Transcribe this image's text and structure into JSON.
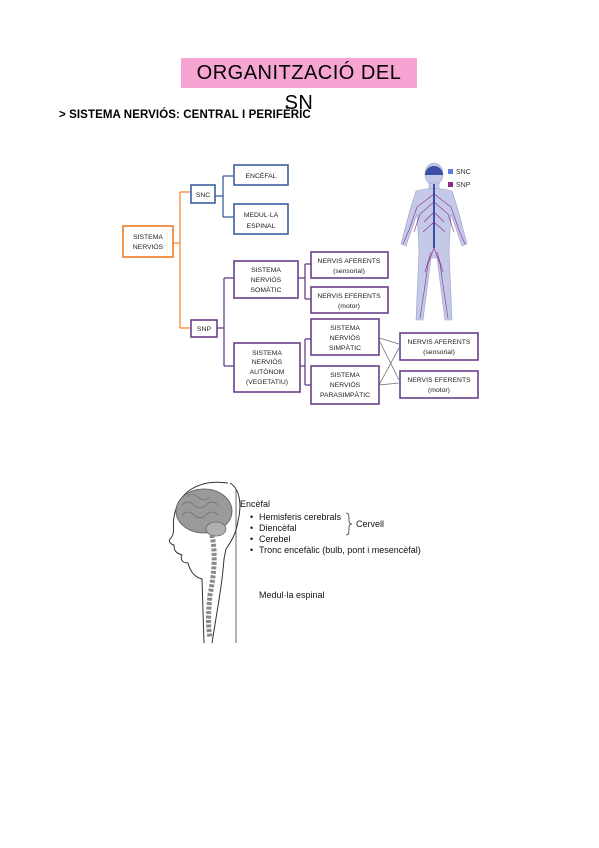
{
  "page": {
    "title": "ORGANITZACIÓ DEL SN",
    "section_heading": "> SISTEMA NERVIÓS: CENTRAL I PERIFÈRIC"
  },
  "diagram1": {
    "root": [
      "SISTEMA",
      "NERVIÓS"
    ],
    "snc": "SNC",
    "encefal": "ENCÈFAL",
    "medulla": [
      "MEDUL·LA",
      "ESPINAL"
    ],
    "snp": "SNP",
    "somatic": [
      "SISTEMA",
      "NERVIÓS",
      "SOMÀTIC"
    ],
    "autonom": [
      "SISTEMA",
      "NERVIÓS",
      "AUTÒNOM",
      "(VEGETATIU)"
    ],
    "aferents1": [
      "NERVIS AFERENTS",
      "(sensorial)"
    ],
    "eferents1": [
      "NERVIS EFERENTS",
      "(motor)"
    ],
    "simpatic": [
      "SISTEMA",
      "NERVIÓS",
      "SIMPÀTIC"
    ],
    "parasimpatic": [
      "SISTEMA",
      "NERVIÓS",
      "PARASIMPÀTIC"
    ],
    "aferents2": [
      "NERVIS AFERENTS",
      "(sensorial)"
    ],
    "eferents2": [
      "NERVIS EFERENTS",
      "(motor)"
    ],
    "legend_snc": "SNC",
    "legend_snp": "SNP",
    "colors": {
      "orange": "#f08a3c",
      "blue": "#3a5f9e",
      "purple": "#6b3f8c",
      "snc_blue": "#5b7fd6",
      "snp_purple": "#8a2a8a"
    }
  },
  "diagram2": {
    "encefal": "Encèfal",
    "items": [
      "Hemisferis cerebrals",
      "Diencèfal",
      "Cerebel",
      "Tronc encefàlic (bulb, pont i mesencèfal)"
    ],
    "cervell": "Cervell",
    "medulla": "Medul·la espinal"
  }
}
